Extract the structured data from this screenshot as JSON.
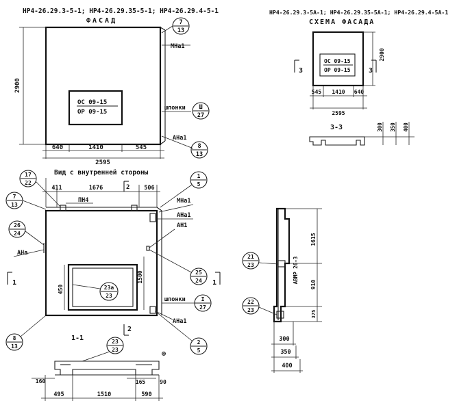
{
  "drawing": {
    "title_facade": "НР4-26.29.3-5-1; НР4-26.29.35-5-1; НР4-26.29.4-5-1",
    "facade_label": "ФАСАД",
    "title_scheme": "НР4-26.29.3-5А-1; НР4-26.29.35-5А-1; НР4-26.29.4-5А-1",
    "scheme_label": "СХЕМА ФАСАДА",
    "inner_view_label": "Вид с внутренней стороны",
    "section_11": "1-1",
    "section_33": "3-3"
  },
  "facade": {
    "height": "2900",
    "dims": [
      "640",
      "1410",
      "545"
    ],
    "total": "2595",
    "window_marks": [
      "ОС 09-15",
      "ОР 09-15"
    ],
    "callout_top": {
      "num": "7",
      "den": "13"
    },
    "callout_bottom": {
      "num": "8",
      "den": "13"
    },
    "label_mn": "МНа1",
    "label_keys": "шпонки",
    "callout_keys": {
      "num": "Ш",
      "den": "27"
    },
    "label_an": "АНа1"
  },
  "scheme": {
    "height": "2900",
    "window_marks": [
      "ОС 09-15",
      "ОР 09-15"
    ],
    "dims": [
      "545",
      "1410",
      "640"
    ],
    "total": "2595",
    "cut_left": "3",
    "cut_right": "3"
  },
  "section33": {
    "dims": [
      "300",
      "350",
      "400"
    ]
  },
  "inner": {
    "dims": [
      "411",
      "1676",
      "506"
    ],
    "pn": "ПН4",
    "labels": [
      "МНа1",
      "АНа1",
      "АН1",
      "АНа",
      "шпонки",
      "АНа1"
    ],
    "callouts": [
      {
        "num": "17",
        "den": "22"
      },
      {
        "num": "7",
        "den": "13"
      },
      {
        "num": "26",
        "den": "24"
      },
      {
        "num": "1",
        "den": "5"
      },
      {
        "num": "25",
        "den": "24"
      },
      {
        "num": "I",
        "den": "27"
      },
      {
        "num": "2",
        "den": "5"
      },
      {
        "num": "8",
        "den": "13"
      },
      {
        "num": "23а",
        "den": "23"
      }
    ],
    "dim_450": "450",
    "dim_1500": "1500",
    "cut_1": "1",
    "cut_2": "2"
  },
  "section11": {
    "callout": {
      "num": "23",
      "den": "23"
    },
    "dims_top": [
      "160",
      "165",
      "90"
    ],
    "dims_bottom": [
      "495",
      "1510",
      "590"
    ]
  },
  "side_section": {
    "callouts": [
      {
        "num": "21",
        "den": "23"
      },
      {
        "num": "22",
        "den": "23"
      }
    ],
    "dims_vertical": [
      "1615",
      "910",
      "375"
    ],
    "label_vertical": "АВМР 26-3",
    "dims_bottom": [
      "300",
      "350",
      "400"
    ]
  }
}
